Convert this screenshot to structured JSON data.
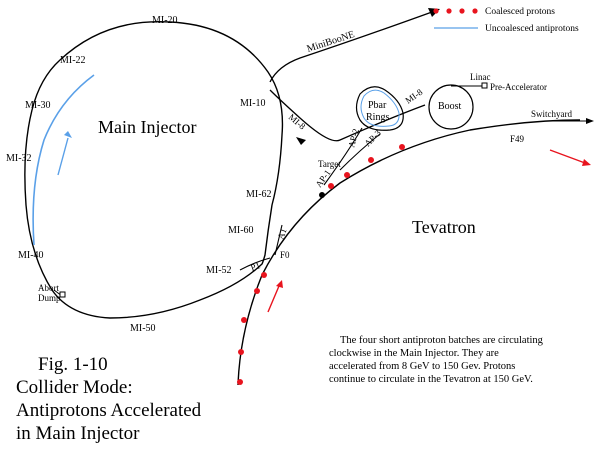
{
  "figure": {
    "caption_lines": [
      "Fig. 1-10",
      "Collider Mode:",
      "Antiprotons Accelerated",
      "in Main Injector"
    ]
  },
  "legend": {
    "items": [
      {
        "label": "Coalesced protons",
        "color": "#e8141e",
        "style": "dots"
      },
      {
        "label": "Uncoalesced antiprotons",
        "color": "#5aa0e8",
        "style": "line"
      }
    ]
  },
  "rings": {
    "main_injector": "Main Injector",
    "tevatron": "Tevatron",
    "pbar_line1": "Pbar",
    "pbar_line2": "Rings",
    "booster": "Boost",
    "linac": "Linac",
    "pre_accelerator": "Pre-Accelerator"
  },
  "labels": {
    "mi20": "MI-20",
    "mi22": "MI-22",
    "mi30": "MI-30",
    "mi32": "MI-32",
    "mi40": "MI-40",
    "mi50": "MI-50",
    "mi52": "MI-52",
    "mi60": "MI-60",
    "mi62": "MI-62",
    "mi10": "MI-10",
    "mi8": "MI-8",
    "miniboone": "MiniBooNE",
    "abort_line1": "Abort",
    "abort_line2": "Dump",
    "switchyard": "Switchyard",
    "f49": "F49",
    "f0": "F0",
    "p1": "P1",
    "a1": "A1",
    "ap1": "AP-1",
    "ap2": "AP-2",
    "ap3": "AP-3",
    "target": "Target",
    "mi_line": "MI-8"
  },
  "note": {
    "lines": [
      "The four short antiproton batches are circulating",
      "clockwise in the Main Injector.  They are",
      "accelerated from 8 GeV to 150 Gev.  Protons",
      "continue to circulate in the Tevatron at 150 GeV."
    ]
  },
  "colors": {
    "proton": "#e8141e",
    "antiproton": "#5aa0e8",
    "line": "#000000"
  }
}
